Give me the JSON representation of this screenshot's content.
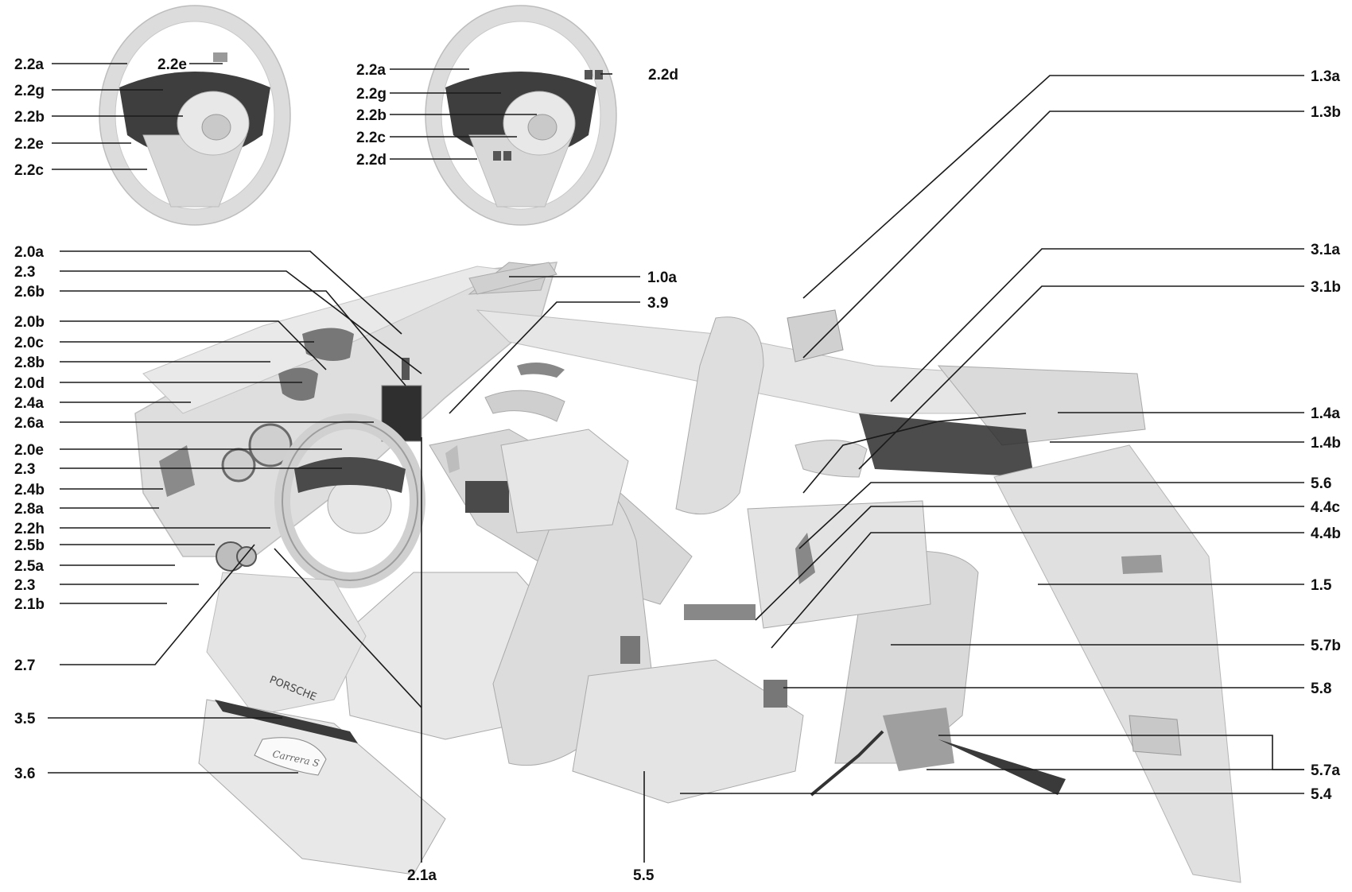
{
  "diagram": {
    "callouts": [
      {
        "id": "c1",
        "text": "2.2a"
      },
      {
        "id": "c2",
        "text": "2.2e"
      },
      {
        "id": "c3",
        "text": "2.2g"
      },
      {
        "id": "c4",
        "text": "2.2b"
      },
      {
        "id": "c5",
        "text": "2.2e"
      },
      {
        "id": "c6",
        "text": "2.2c"
      },
      {
        "id": "c7",
        "text": "2.2a"
      },
      {
        "id": "c8",
        "text": "2.2d"
      },
      {
        "id": "c9",
        "text": "2.2g"
      },
      {
        "id": "c10",
        "text": "2.2b"
      },
      {
        "id": "c11",
        "text": "2.2c"
      },
      {
        "id": "c12",
        "text": "2.2d"
      },
      {
        "id": "c13",
        "text": "2.0a"
      },
      {
        "id": "c14",
        "text": "2.3"
      },
      {
        "id": "c15",
        "text": "2.6b"
      },
      {
        "id": "c16",
        "text": "2.0b"
      },
      {
        "id": "c17",
        "text": "2.0c"
      },
      {
        "id": "c18",
        "text": "2.8b"
      },
      {
        "id": "c19",
        "text": "2.0d"
      },
      {
        "id": "c20",
        "text": "2.4a"
      },
      {
        "id": "c21",
        "text": "2.6a"
      },
      {
        "id": "c22",
        "text": "2.0e"
      },
      {
        "id": "c23",
        "text": "2.3"
      },
      {
        "id": "c24",
        "text": "2.4b"
      },
      {
        "id": "c25",
        "text": "2.8a"
      },
      {
        "id": "c26",
        "text": "2.2h"
      },
      {
        "id": "c27",
        "text": "2.5b"
      },
      {
        "id": "c28",
        "text": "2.5a"
      },
      {
        "id": "c29",
        "text": "2.3"
      },
      {
        "id": "c30",
        "text": "2.1b"
      },
      {
        "id": "c31",
        "text": "2.7"
      },
      {
        "id": "c32",
        "text": "3.5"
      },
      {
        "id": "c33",
        "text": "3.6"
      },
      {
        "id": "c34",
        "text": "2.1a"
      },
      {
        "id": "c35",
        "text": "5.5"
      },
      {
        "id": "c36",
        "text": "1.0a"
      },
      {
        "id": "c37",
        "text": "3.9"
      },
      {
        "id": "c38",
        "text": "1.3a"
      },
      {
        "id": "c39",
        "text": "1.3b"
      },
      {
        "id": "c40",
        "text": "3.1a"
      },
      {
        "id": "c41",
        "text": "3.1b"
      },
      {
        "id": "c42",
        "text": "1.4a"
      },
      {
        "id": "c43",
        "text": "1.4b"
      },
      {
        "id": "c44",
        "text": "5.6"
      },
      {
        "id": "c45",
        "text": "4.4c"
      },
      {
        "id": "c46",
        "text": "4.4b"
      },
      {
        "id": "c47",
        "text": "1.5"
      },
      {
        "id": "c48",
        "text": "5.7b"
      },
      {
        "id": "c49",
        "text": "5.8"
      },
      {
        "id": "c50",
        "text": "5.7a"
      },
      {
        "id": "c51",
        "text": "5.4"
      }
    ],
    "colors": {
      "label": "#111111",
      "line": "#1a1a1a",
      "interior_light": "#e2e2e2",
      "interior_mid": "#cfcfcf",
      "interior_dark": "#9a9a9a",
      "accent_dark": "#3a3a3a"
    },
    "sill_text": "PORSCHE",
    "badge_text": "Carrera S"
  }
}
